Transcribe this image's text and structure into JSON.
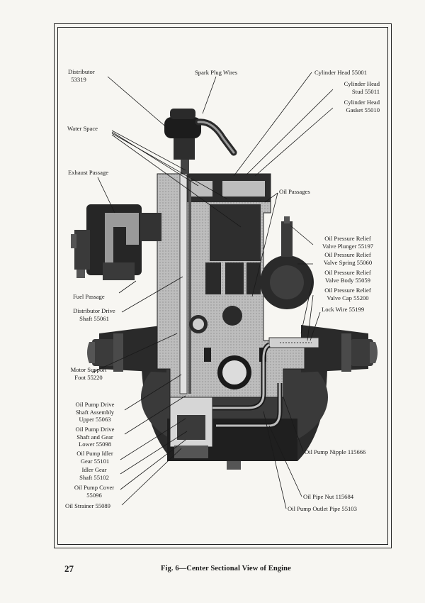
{
  "labels": {
    "distributor": "Distributor\n  53319",
    "spark_plug_wires": "Spark Plug Wires",
    "water_space": "Water Space",
    "exhaust_passage": "Exhaust Passage",
    "fuel_passage": "Fuel Passage",
    "distributor_drive_shaft": "Distributor Drive\nShaft 55061",
    "motor_support_foot": "Motor Support\nFoot 55220",
    "oil_pump_drive_shaft_upper": "Oil Pump Drive\nShaft Assembly\nUpper 55063",
    "oil_pump_drive_shaft_lower": "Oil Pump Drive\nShaft and Gear\nLower 55098",
    "oil_pump_idler_gear": "Oil Pump Idler\nGear 55101",
    "idler_gear_shaft": "Idler Gear\nShaft 55102",
    "oil_pump_cover": "Oil Pump Cover\n55096",
    "oil_strainer": "Oil Strainer 55089",
    "cylinder_head": "Cylinder Head 55001",
    "cylinder_head_stud": "Cylinder Head\nStud 55011",
    "cylinder_head_gasket": "Cylinder Head\nGasket 55010",
    "oil_passages": "Oil Passages",
    "relief_valve_plunger": "Oil Pressure Relief\nValve Plunger 55197",
    "relief_valve_spring": "Oil Pressure Relief\nValve Spring 55060",
    "relief_valve_body": "Oil Pressure Relief\nValve Body 55059",
    "relief_valve_cap": "Oil Pressure Relief\nValve Cap 55200",
    "lock_wire": "Lock Wire 55199",
    "oil_pump_nipple": "Oil Pump Nipple 115666",
    "oil_pipe_nut": "Oil Pipe Nut 115684",
    "oil_pump_outlet_pipe": "Oil Pump Outlet Pipe 55103"
  },
  "footer": {
    "page_number": "27",
    "caption": "Fig. 6—Center Sectional View of Engine"
  }
}
